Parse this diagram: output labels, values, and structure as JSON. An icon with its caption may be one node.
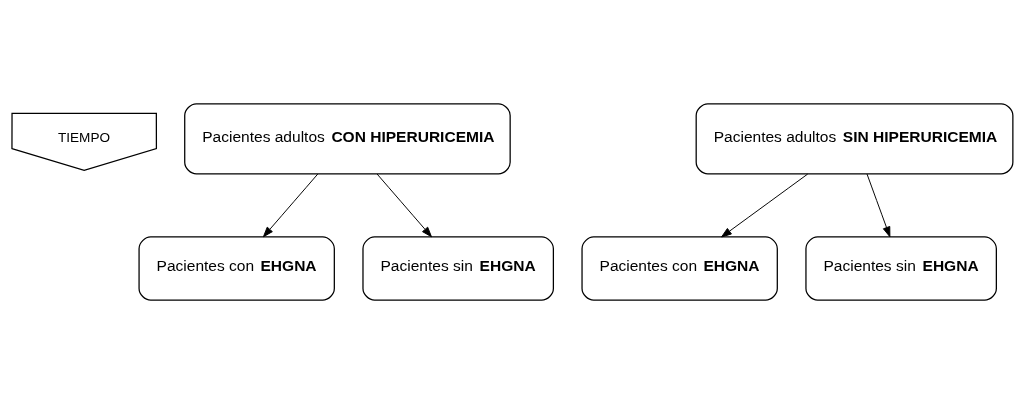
{
  "diagram": {
    "nodes": [
      {
        "text": [
          "TIEMPO"
        ]
      },
      {
        "text": [
          "Pacientes adultos **CON HIPERURICEMIA**"
        ]
      },
      {
        "text": [
          "Pacientes adultos **SIN HIPERURICEMIA**"
        ]
      },
      {
        "text": [
          "Pacientes con **EHGNA**"
        ]
      },
      {
        "text": [
          "Pacientes sin **EHGNA**"
        ]
      },
      {
        "text": [
          "Pacientes con **EHGNA**"
        ]
      },
      {
        "text": [
          "Pacientes sin **EHGNA**"
        ]
      }
    ],
    "edges": [
      {
        "from": 1,
        "to": 3,
        "arrow": "to"
      },
      {
        "from": 1,
        "to": 4,
        "arrow": "to"
      },
      {
        "from": 2,
        "to": 5,
        "arrow": "to"
      },
      {
        "from": 2,
        "to": 6,
        "arrow": "to"
      }
    ]
  }
}
